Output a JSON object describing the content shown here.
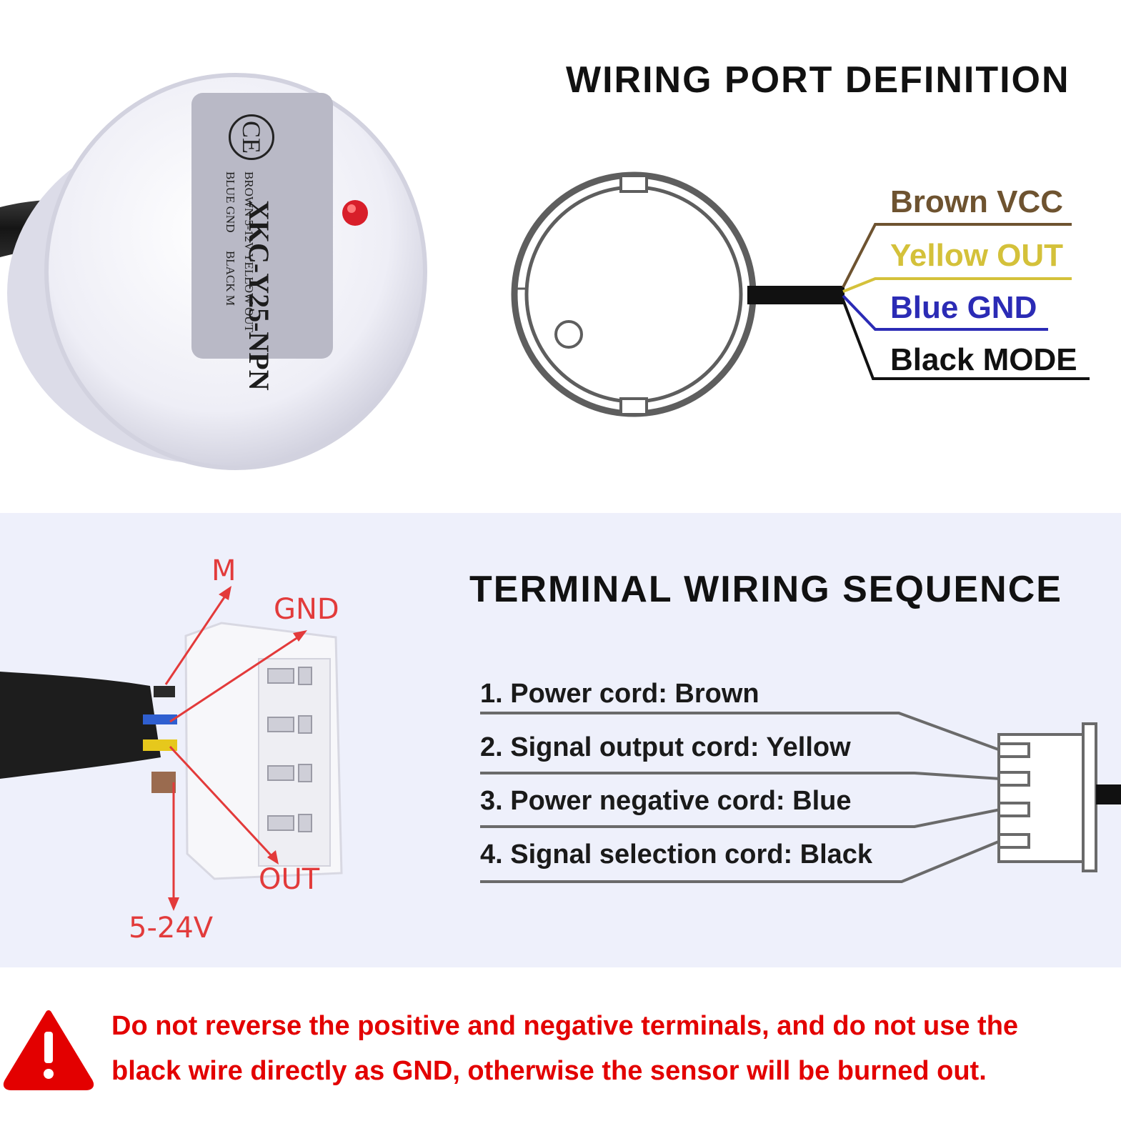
{
  "top": {
    "title": "WIRING PORT DEFINITION",
    "sensor_label": {
      "model": "XKC-Y25-NPN",
      "line1": "BROWN 5-12V YELLOW OUT",
      "line2": "BLUE GND      BLACK M",
      "mark": "CE"
    },
    "wires": [
      {
        "label": "Brown VCC",
        "color": "#6e5330"
      },
      {
        "label": "Yellow OUT",
        "color": "#d4c13a"
      },
      {
        "label": "Blue GND",
        "color": "#2b2bb5"
      },
      {
        "label": "Black MODE",
        "color": "#111111"
      }
    ]
  },
  "middle": {
    "title": "TERMINAL WIRING SEQUENCE",
    "connector_labels": {
      "m": "M",
      "gnd": "GND",
      "out": "OUT",
      "vcc": "5-24V"
    },
    "sequence": [
      "1. Power cord: Brown",
      "2. Signal output cord: Yellow",
      "3. Power negative cord: Blue",
      "4. Signal selection cord: Black"
    ]
  },
  "warning": {
    "icon": "warning-triangle-icon",
    "line1": "Do not reverse the positive and negative terminals, and do not use the",
    "line2": "black wire directly as GND, otherwise the sensor will be burned out.",
    "color": "#e30000"
  }
}
